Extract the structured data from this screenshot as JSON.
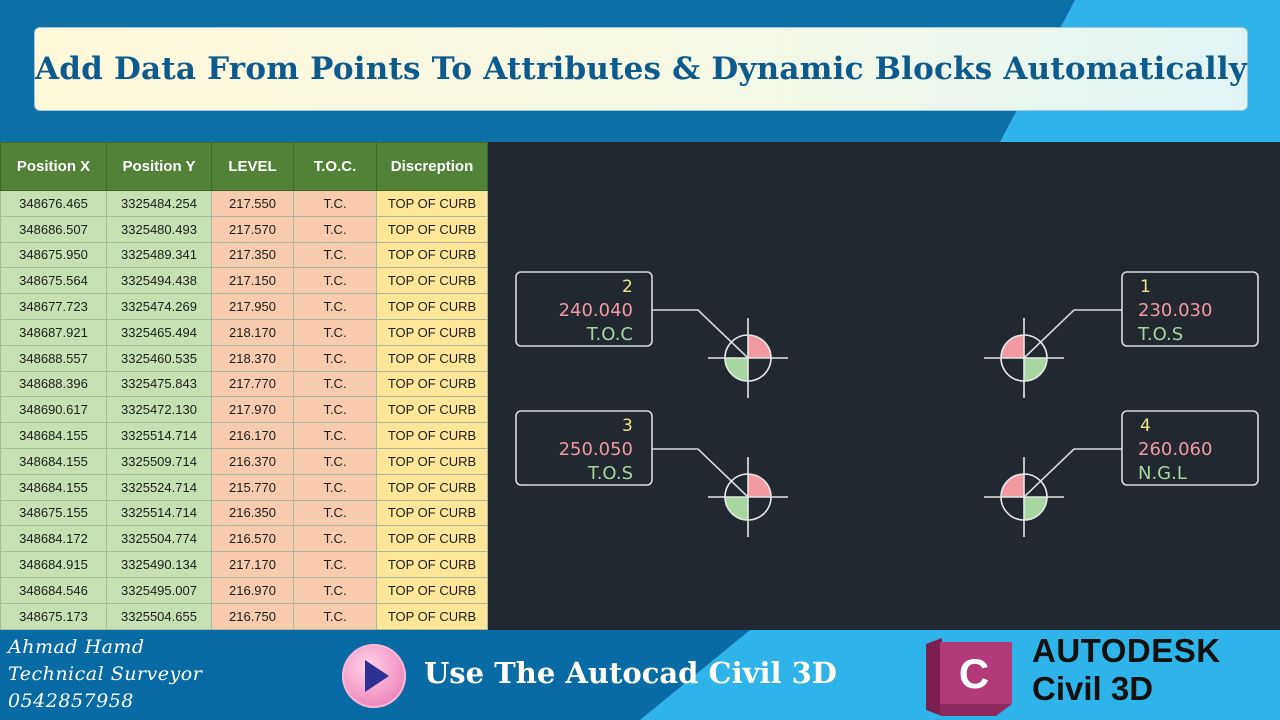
{
  "title": "Add Data From Points To Attributes & Dynamic Blocks Automatically",
  "colors": {
    "header_green": "#538135",
    "coord_green": "#c6e0b4",
    "level_salmon": "#f8cbad",
    "desc_yellow": "#ffe699",
    "cad_background": "#212830",
    "point_number": "#f3e48c",
    "point_value": "#f19aa2",
    "point_code": "#a7d6a0"
  },
  "table": {
    "columns": [
      "Position X",
      "Position Y",
      "LEVEL",
      "T.O.C.",
      "Discreption"
    ],
    "rows": [
      [
        "348676.465",
        "3325484.254",
        "217.550",
        "T.C.",
        "TOP OF CURB"
      ],
      [
        "348686.507",
        "3325480.493",
        "217.570",
        "T.C.",
        "TOP OF CURB"
      ],
      [
        "348675.950",
        "3325489.341",
        "217.350",
        "T.C.",
        "TOP OF CURB"
      ],
      [
        "348675.564",
        "3325494.438",
        "217.150",
        "T.C.",
        "TOP OF CURB"
      ],
      [
        "348677.723",
        "3325474.269",
        "217.950",
        "T.C.",
        "TOP OF CURB"
      ],
      [
        "348687.921",
        "3325465.494",
        "218.170",
        "T.C.",
        "TOP OF CURB"
      ],
      [
        "348688.557",
        "3325460.535",
        "218.370",
        "T.C.",
        "TOP OF CURB"
      ],
      [
        "348688.396",
        "3325475.843",
        "217.770",
        "T.C.",
        "TOP OF CURB"
      ],
      [
        "348690.617",
        "3325472.130",
        "217.970",
        "T.C.",
        "TOP OF CURB"
      ],
      [
        "348684.155",
        "3325514.714",
        "216.170",
        "T.C.",
        "TOP OF CURB"
      ],
      [
        "348684.155",
        "3325509.714",
        "216.370",
        "T.C.",
        "TOP OF CURB"
      ],
      [
        "348684.155",
        "3325524.714",
        "215.770",
        "T.C.",
        "TOP OF CURB"
      ],
      [
        "348675.155",
        "3325514.714",
        "216.350",
        "T.C.",
        "TOP OF CURB"
      ],
      [
        "348684.172",
        "3325504.774",
        "216.570",
        "T.C.",
        "TOP OF CURB"
      ],
      [
        "348684.915",
        "3325490.134",
        "217.170",
        "T.C.",
        "TOP OF CURB"
      ],
      [
        "348684.546",
        "3325495.007",
        "216.970",
        "T.C.",
        "TOP OF CURB"
      ],
      [
        "348675.173",
        "3325504.655",
        "216.750",
        "T.C.",
        "TOP OF CURB"
      ]
    ]
  },
  "cad_points": [
    {
      "number": "2",
      "value": "240.040",
      "code": "T.O.C",
      "label_side": "left"
    },
    {
      "number": "1",
      "value": "230.030",
      "code": "T.O.S",
      "label_side": "right"
    },
    {
      "number": "3",
      "value": "250.050",
      "code": "T.O.S",
      "label_side": "left"
    },
    {
      "number": "4",
      "value": "260.060",
      "code": "N.G.L",
      "label_side": "right"
    }
  ],
  "footer": {
    "author_name": "Ahmad Hamd",
    "author_role": "Technical Surveyor",
    "author_phone": "0542857958",
    "cta_text": "Use The Autocad Civil 3D",
    "brand_line1": "AUTODESK",
    "brand_line2": "Civil 3D",
    "logo_letter": "C"
  }
}
